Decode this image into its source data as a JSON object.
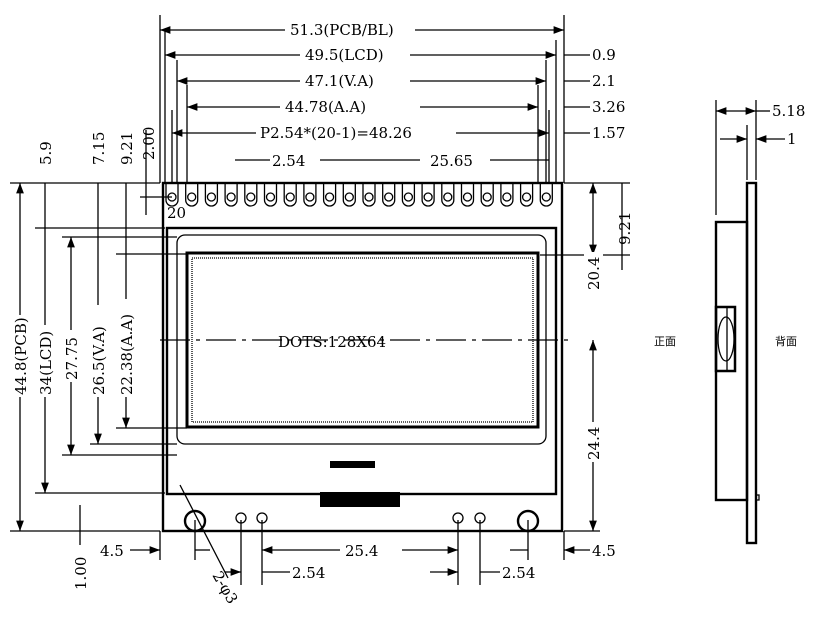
{
  "top_dims": [
    "51.3(PCB/BL)",
    "49.5(LCD)",
    "47.1(V.A)",
    "44.78(A.A)",
    "P2.54*(20-1)=48.26"
  ],
  "right_top_dims": [
    "0.9",
    "2.1",
    "3.26",
    "1.57"
  ],
  "pitch": {
    "a": "2.54",
    "b": "25.65"
  },
  "left_dims": [
    "44.8(PCB)",
    "34(LCD)",
    "27.75",
    "26.5(V.A)",
    "22.38(A.A)"
  ],
  "left_top": [
    "5.9",
    "7.15",
    "9.21",
    "2.00"
  ],
  "right_dims": [
    "9.21",
    "20.4",
    "24.4"
  ],
  "pin_label": "20",
  "center_label": "DOTS:128X64",
  "bottom_dims": {
    "left": "4.5",
    "right": "4.5",
    "center": "25.4",
    "pitch_l": "2.54",
    "pitch_r": "2.54",
    "hole": "2-φ3",
    "offset": "1.00"
  },
  "side": {
    "thick": "5.18",
    "pcb": "1",
    "front": "正面",
    "back": "背面"
  }
}
